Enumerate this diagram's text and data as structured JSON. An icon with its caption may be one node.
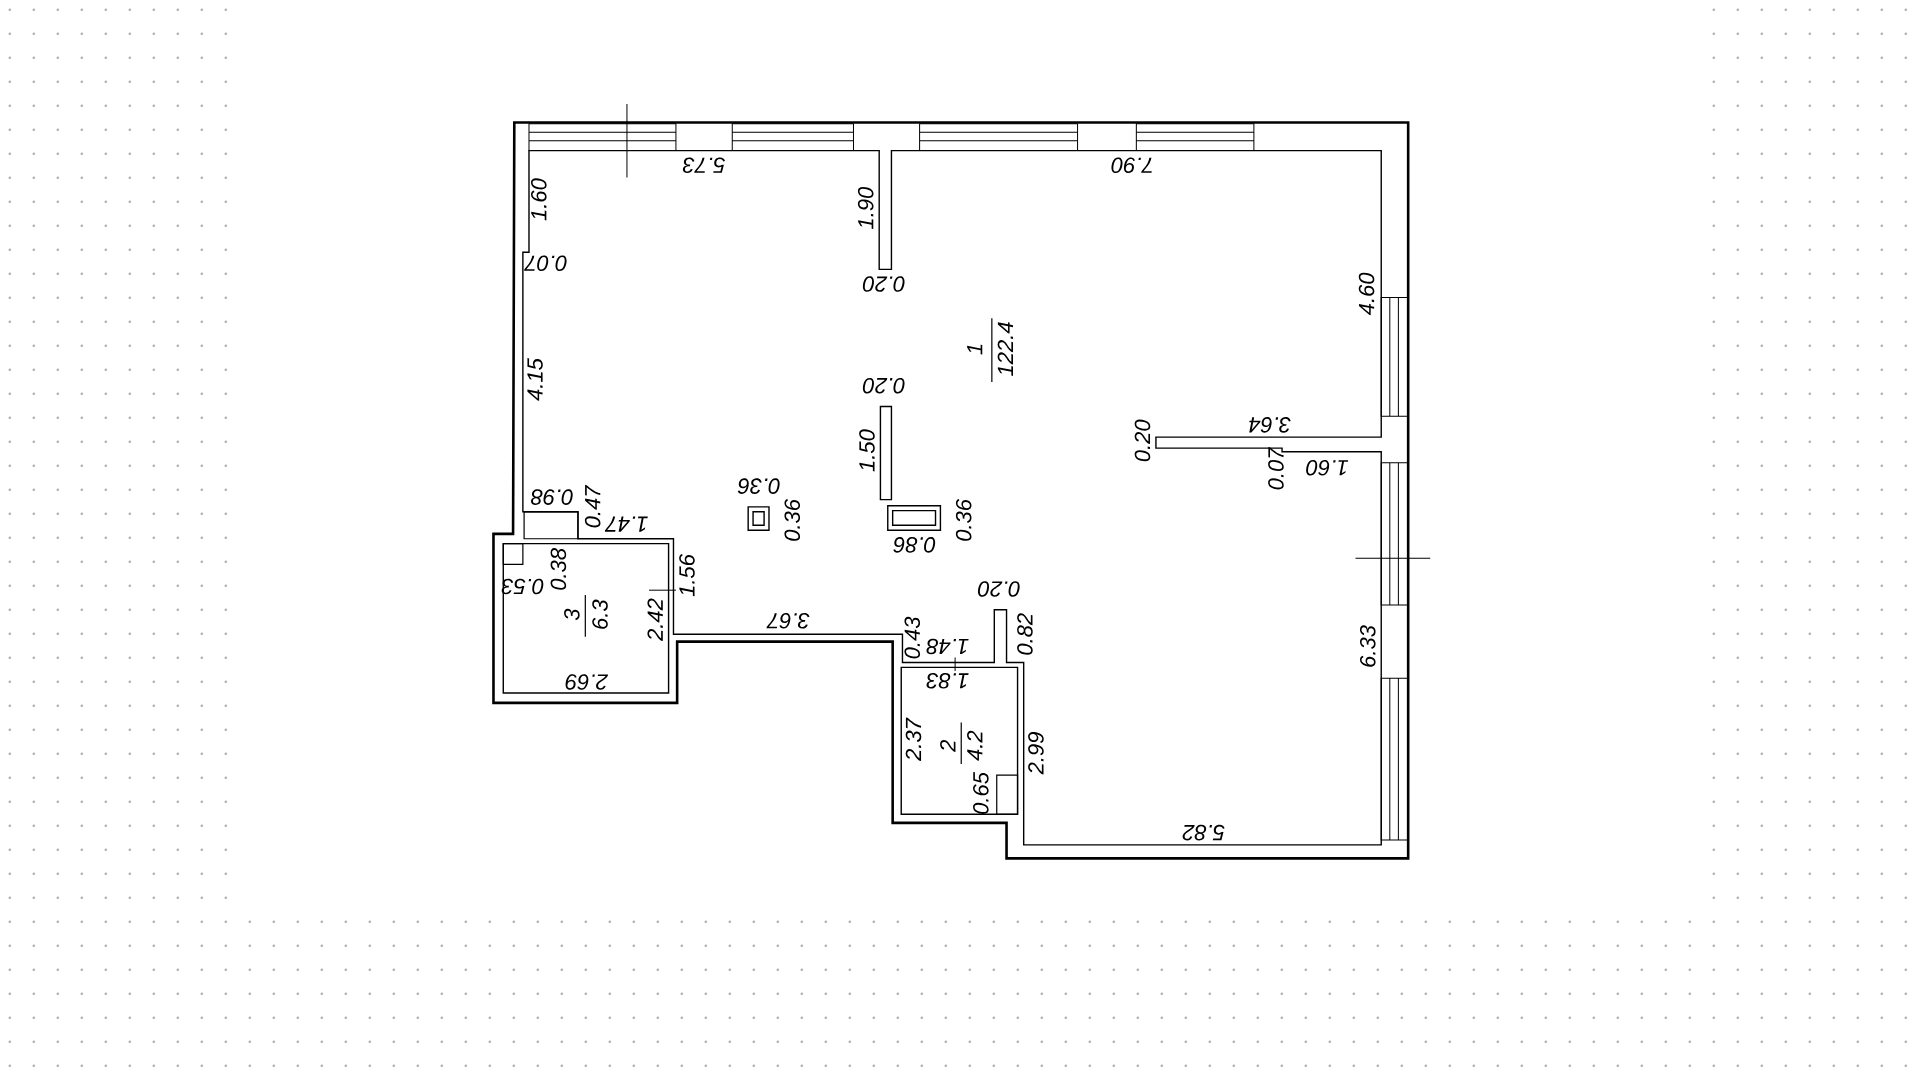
{
  "diagram": {
    "labels": [
      "5.73",
      "7.90",
      "1.60",
      "1.90",
      "0.07",
      "0.20",
      "4.60",
      "1",
      "122.4",
      "4.15",
      "0.20",
      "3.64",
      "1.50",
      "0.20",
      "0.07",
      "1.60",
      "0.98",
      "0.36",
      "0.47",
      "1.47",
      "0.36",
      "0.36",
      "0.86",
      "0.38",
      "0.53",
      "1.56",
      "3",
      "6.3",
      "0.20",
      "2.42",
      "3.67",
      "0.43",
      "0.82",
      "1.48",
      "6.33",
      "1.83",
      "2.37",
      "2",
      "4.2",
      "2.99",
      "2.69",
      "0.65",
      "5.82"
    ]
  }
}
